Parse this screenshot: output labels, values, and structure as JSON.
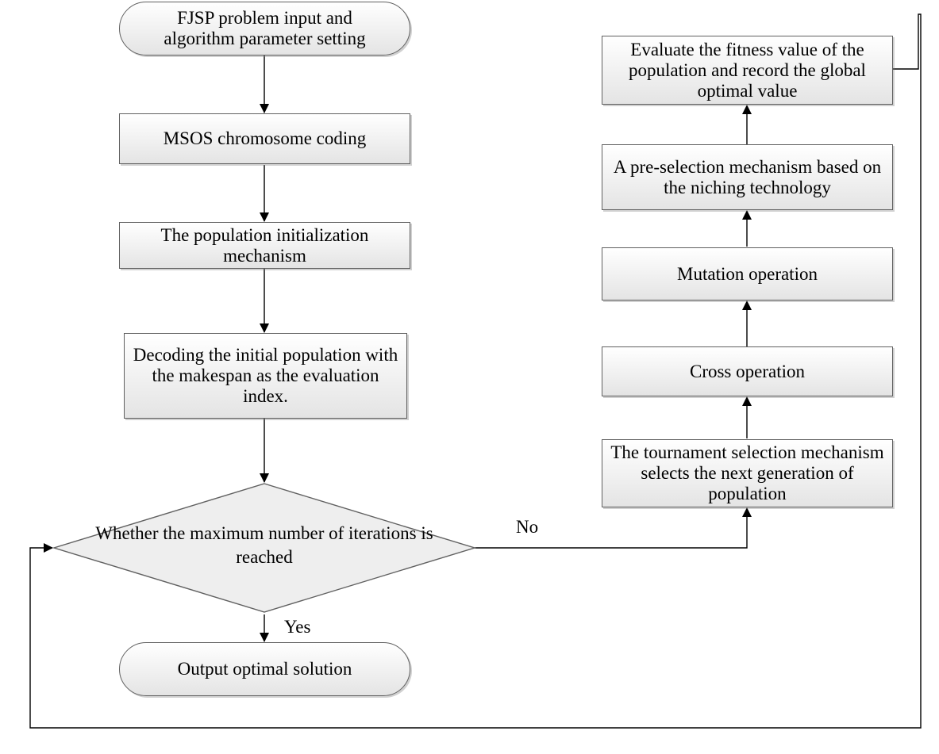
{
  "figure": {
    "title": ""
  },
  "nodes": {
    "start": "FJSP problem input and algorithm parameter setting",
    "coding": "MSOS chromosome coding",
    "init": "The population initialization mechanism",
    "decode": "Decoding the initial population with the makespan as the evaluation index.",
    "decision": "Whether the maximum number of iterations is reached",
    "output": "Output optimal solution",
    "tournament": "The tournament selection mechanism selects the next generation of population",
    "cross": "Cross operation",
    "mutation": "Mutation operation",
    "preselect": "A pre-selection mechanism based on the niching technology",
    "evaluate": "Evaluate the fitness value of the population  and record the global optimal value"
  },
  "edges": {
    "yes_label": "Yes",
    "no_label": "No"
  }
}
